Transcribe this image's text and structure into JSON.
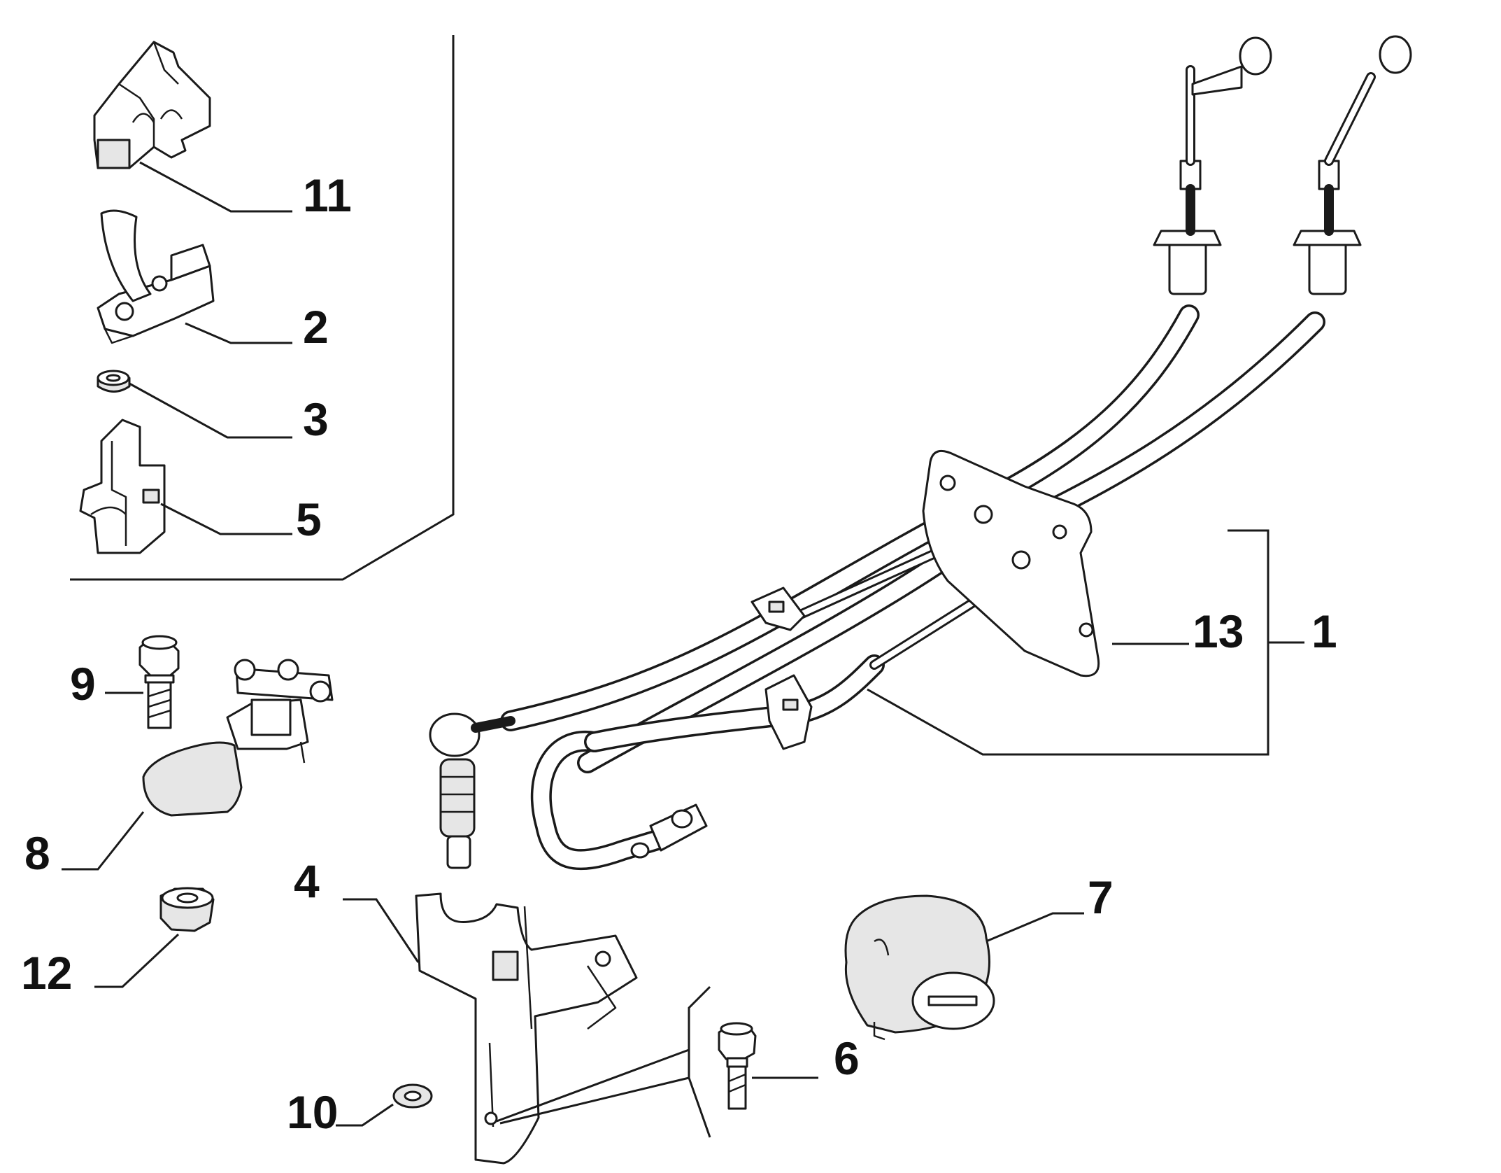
{
  "callouts": {
    "c1": "1",
    "c2": "2",
    "c3": "3",
    "c4": "4",
    "c5": "5",
    "c6": "6",
    "c7": "7",
    "c8": "8",
    "c9": "9",
    "c10": "10",
    "c11": "11",
    "c12": "12",
    "c13": "13"
  },
  "colors": {
    "line": "#1a1a1a",
    "background": "#ffffff",
    "shade": "#e6e6e6"
  }
}
